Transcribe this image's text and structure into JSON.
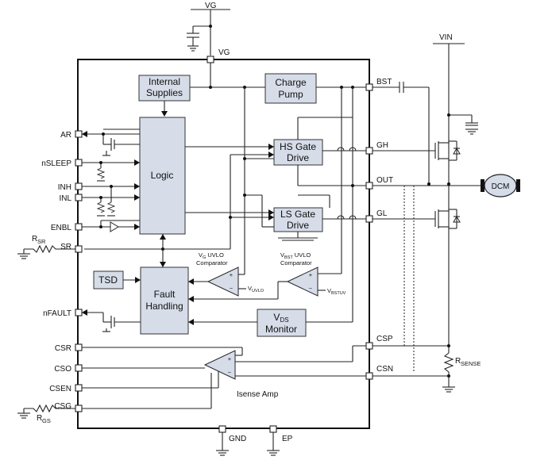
{
  "blocks": {
    "internal_supplies": [
      "Internal",
      "Supplies"
    ],
    "charge_pump": [
      "Charge",
      "Pump"
    ],
    "logic": "Logic",
    "hs_gate_drive": [
      "HS Gate",
      "Drive"
    ],
    "ls_gate_drive": [
      "LS Gate",
      "Drive"
    ],
    "tsd": "TSD",
    "fault_handling": [
      "Fault",
      "Handling"
    ],
    "vds_monitor_main": "V",
    "vds_monitor_sub": "DS",
    "vds_monitor_line2": "Monitor",
    "motor": "DCM",
    "vg_uvlo_main": "V",
    "vg_uvlo_sub": "G",
    "vg_uvlo_tail": " UVLO",
    "vg_uvlo_line2": "Comparator",
    "vbst_uvlo_main": "V",
    "vbst_uvlo_sub": "BST",
    "vbst_uvlo_tail": " UVLO",
    "vbst_uvlo_line2": "Comparator",
    "vuvlo_main": "V",
    "vuvlo_sub": "UVLO",
    "vbstuv_main": "V",
    "vbstuv_sub": "BSTUV",
    "isense_amp": "Isense Amp"
  },
  "pins_left": [
    "AR",
    "nSLEEP",
    "INH",
    "INL",
    "ENBL",
    "SR",
    "nFAULT",
    "CSR",
    "CSO",
    "CSEN",
    "CSG"
  ],
  "pins_right": [
    "BST",
    "GH",
    "OUT",
    "GL",
    "CSP",
    "CSN"
  ],
  "pins_top": [
    "VG"
  ],
  "pins_bottom": [
    "GND",
    "EP"
  ],
  "supplies": {
    "vg": "VG",
    "vin": "VIN"
  },
  "resistors": {
    "rsr_main": "R",
    "rsr_sub": "SR",
    "rgs_main": "R",
    "rgs_sub": "GS",
    "rsense_main": "R",
    "rsense_sub": "SENSE"
  },
  "signs": {
    "plus": "+",
    "minus": "−"
  }
}
